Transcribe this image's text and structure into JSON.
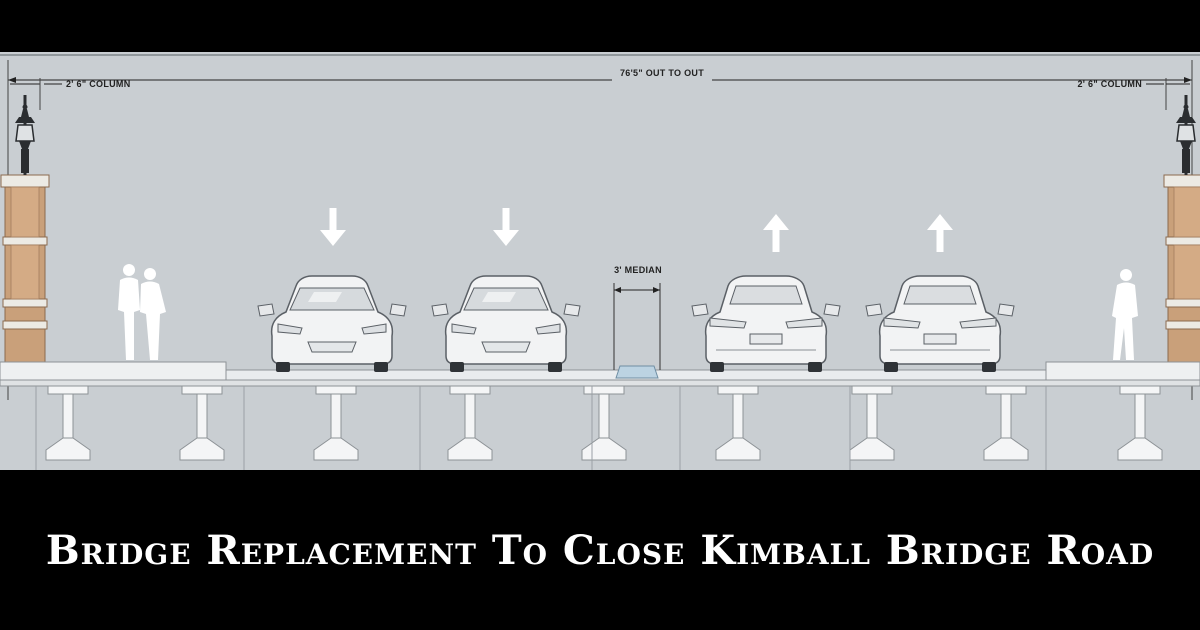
{
  "dimensions": {
    "overall": "76'5\"  OUT TO OUT",
    "column_left": "2' 6\" COLUMN",
    "column_right": "2' 6\" COLUMN",
    "median": "3' MEDIAN"
  },
  "lanes": [
    {
      "direction": "down",
      "icon": "arrow-down-icon"
    },
    {
      "direction": "down",
      "icon": "arrow-down-icon"
    },
    {
      "direction": "up",
      "icon": "arrow-up-icon"
    },
    {
      "direction": "up",
      "icon": "arrow-up-icon"
    }
  ],
  "colors": {
    "sky": "#c9ced2",
    "deck": "#e9ecee",
    "column_brick": "#c9a07a",
    "banner_background": "#000000",
    "banner_text": "#ffffff"
  },
  "headline": "Bridge Replacement To Close Kimball Bridge Road"
}
